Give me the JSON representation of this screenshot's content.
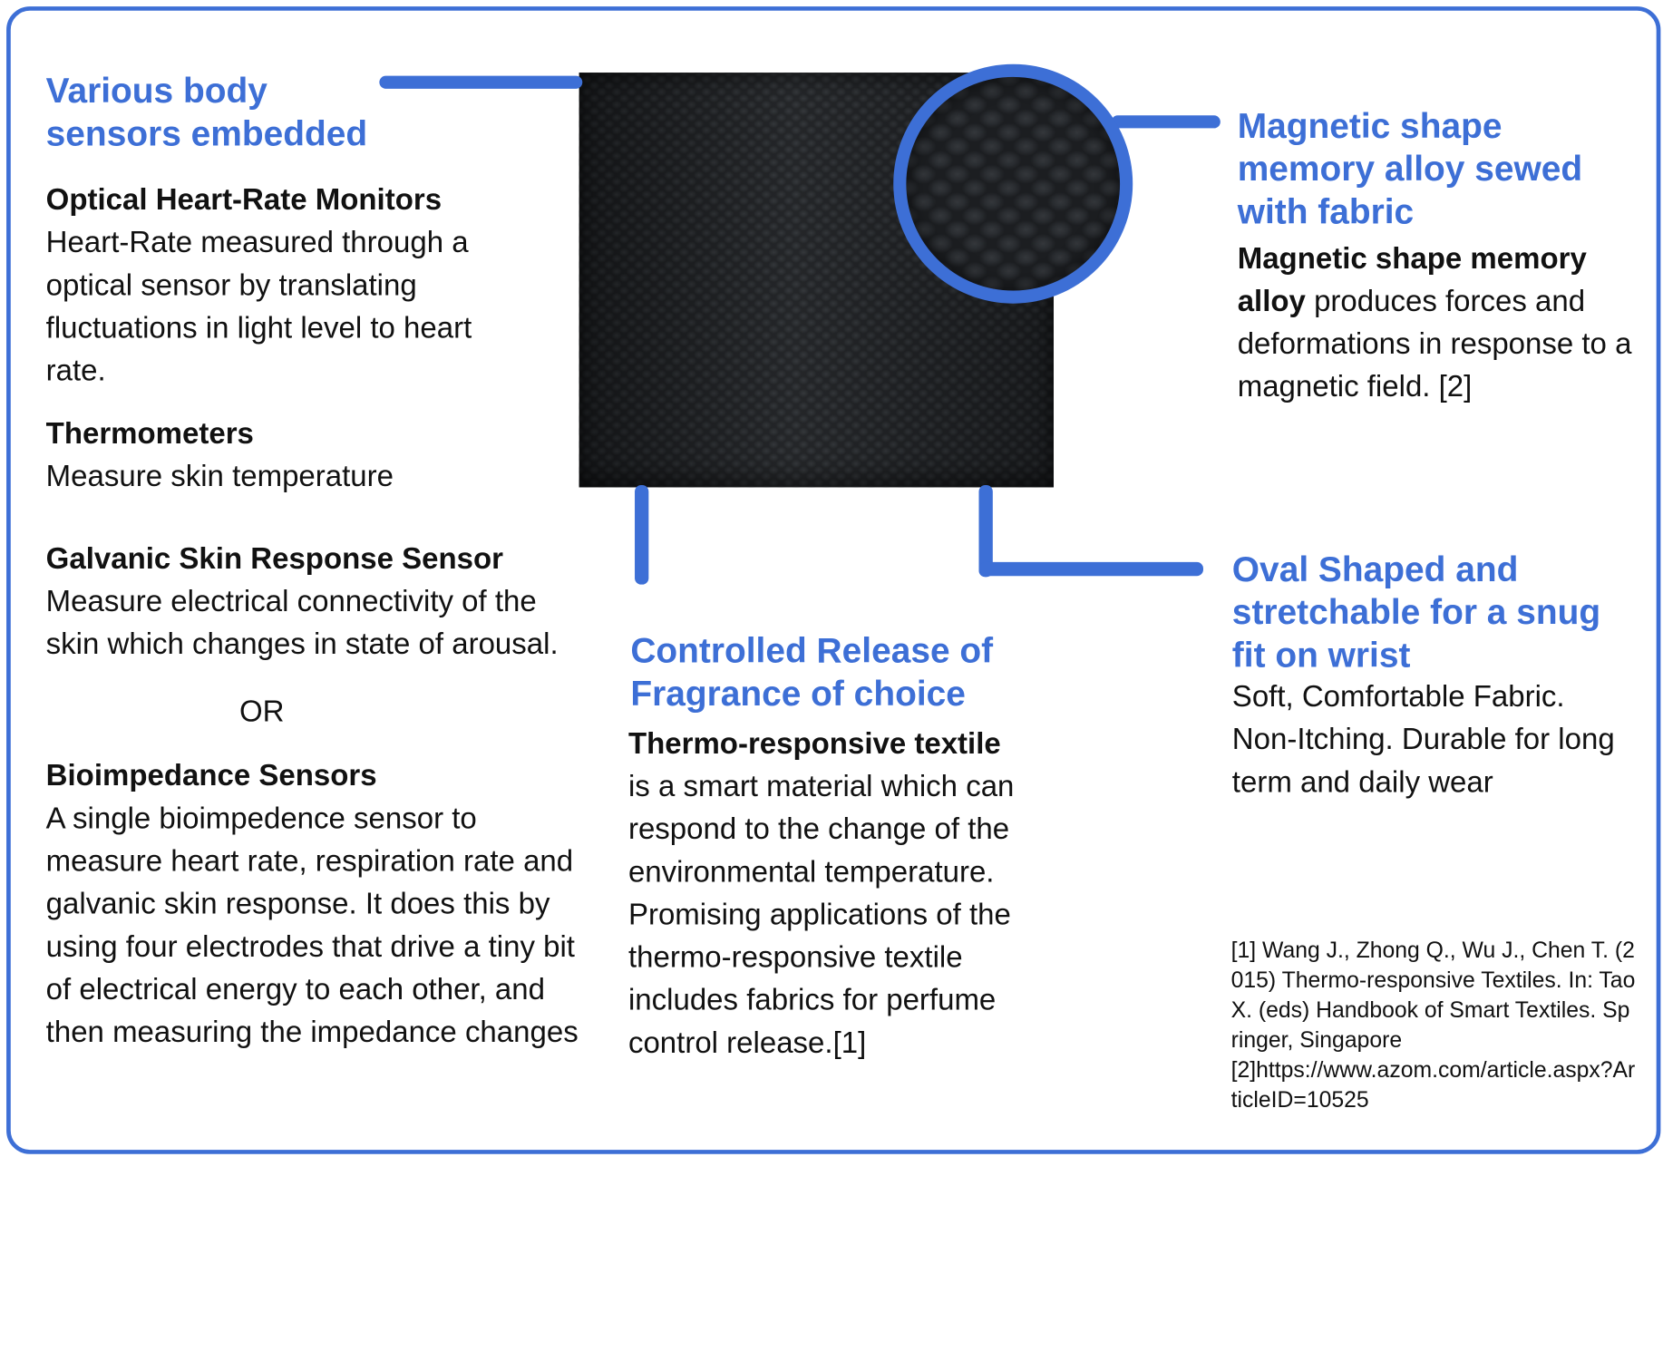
{
  "sensors": {
    "heading": "Various body sensors embedded",
    "optical_title": "Optical Heart-Rate Monitors",
    "optical_body": "Heart-Rate measured through a optical sensor by translating fluctuations in light level to heart rate.",
    "thermo_title": "Thermometers",
    "thermo_body": "Measure skin temperature",
    "gsr_title": "Galvanic Skin Response Sensor",
    "gsr_body": "Measure electrical connectivity of the skin which changes in state of arousal.",
    "or_label": "OR",
    "bio_title": "Bioimpedance Sensors",
    "bio_body": "A single bioimpedence sensor to measure heart rate, respiration rate and galvanic skin response. It does this by using four electrodes that drive a tiny bit of electrical energy to each other, and then measuring the impedance changes"
  },
  "alloy": {
    "heading": "Magnetic shape memory alloy sewed with fabric",
    "bold": "Magnetic shape memory alloy",
    "body": " produces forces and deformations in response to a magnetic field. [2]"
  },
  "fragrance": {
    "heading": "Controlled Release of Fragrance of choice",
    "bold": "Thermo-responsive textile",
    "body": "is a smart material which can respond to the change of the environmental temperature. Promising applications of the thermo-responsive textile includes fabrics for perfume control release.[1]"
  },
  "fit": {
    "heading": "Oval Shaped and stretchable for a snug fit on wrist",
    "body": "Soft, Comfortable Fabric. Non-Itching. Durable for long term and daily wear"
  },
  "references": {
    "ref1": "[1] Wang J., Zhong Q., Wu J., Chen T. (2015) Thermo-responsive Textiles. In: Tao X. (eds) Handbook of Smart Textiles. Springer, Singapore",
    "ref2": "[2]https://www.azom.com/article.aspx?ArticleID=10525"
  },
  "colors": {
    "accent": "#3d6fd6",
    "fabric": "#1d1f22",
    "text": "#111111"
  }
}
